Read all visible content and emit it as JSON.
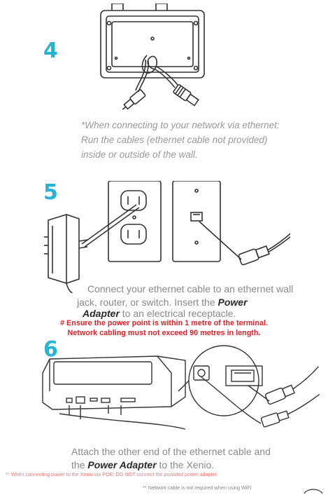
{
  "steps": {
    "four": "4",
    "five": "5",
    "six": "6"
  },
  "step4": {
    "note_line1": "*When connecting to your network via ethernet:",
    "note_line2": "Run the cables (ethernet cable not provided)",
    "note_line3": "inside or outside of the wall."
  },
  "step5": {
    "line1": "Connect your ethernet cable to an ethernet wall",
    "line2": "jack, router, or switch. Insert the ",
    "line2_bold": "Power",
    "line3_bold": "Adapter",
    "line3": " to an electrical receptacle.",
    "warning1": "# Ensure the power point is within 1 metre of the terminal.",
    "warning2": "Network cabling must not exceed 90 metres in length."
  },
  "step6": {
    "line1": "Attach the other end of the ethernet cable and",
    "line2_a": "the ",
    "line2_bold": "Power Adapter",
    "line2_b": " to the Xenio."
  },
  "footnotes": {
    "poe": "** When connecting power to the Xenio  via POE: DO NOT connect the provided power adapter",
    "wifi": "** Network cable is not required when using WiFi"
  },
  "colors": {
    "step_number": "#26b3d6",
    "warning": "#e3242b"
  }
}
